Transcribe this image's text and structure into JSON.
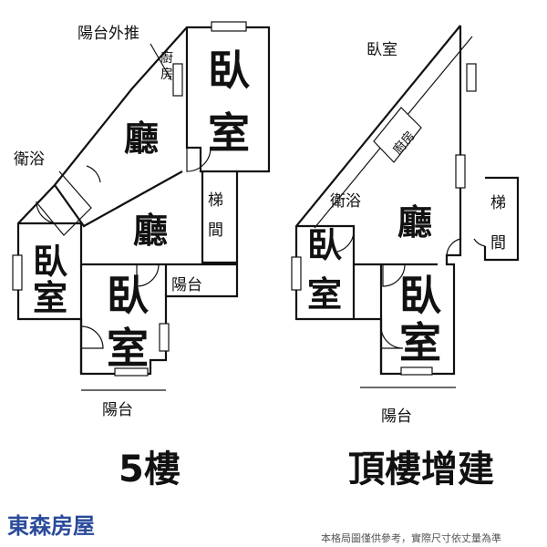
{
  "floor5": {
    "balcony_push_out": "陽台外推",
    "kitchen": "廚房",
    "bedroom_right": "臥室",
    "living_upper": "廳",
    "bath": "衛浴",
    "living_lower": "廳",
    "stairs": "梯間",
    "bedroom_left": "臥室",
    "bedroom_mid": "臥室",
    "balcony_side": "陽台",
    "balcony_bottom": "陽台",
    "title": "5樓"
  },
  "rooftop": {
    "bedroom_top": "臥室",
    "kitchen": "廚房",
    "bath": "衛浴",
    "living": "廳",
    "stairs": "梯間",
    "bedroom_left": "臥室",
    "bedroom_mid": "臥室",
    "balcony_bottom": "陽台",
    "title": "頂樓增建"
  },
  "brand": {
    "name": "東森房屋",
    "color": "#2a4a9a"
  },
  "disclaimer": "本格局圖僅供參考，實際尺寸依丈量為準"
}
